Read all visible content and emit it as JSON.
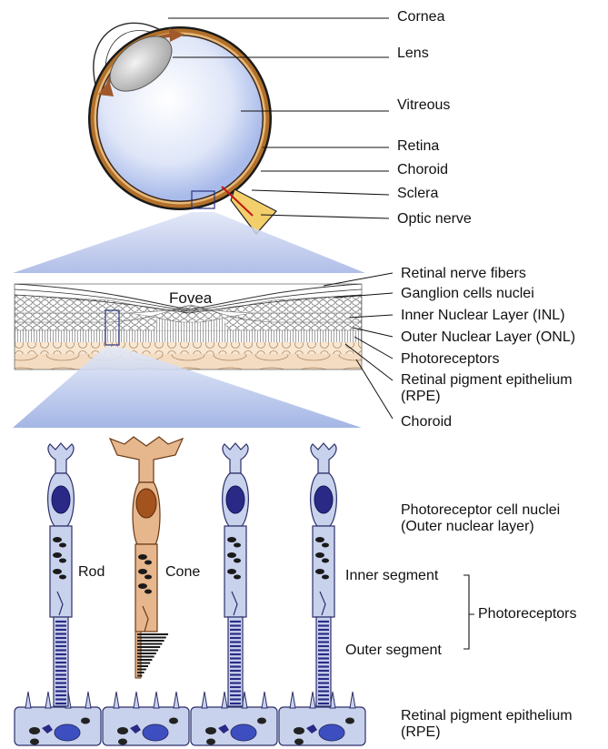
{
  "eye_labels": {
    "cornea": "Cornea",
    "lens": "Lens",
    "vitreous": "Vitreous",
    "retina": "Retina",
    "choroid": "Choroid",
    "sclera": "Sclera",
    "optic_nerve": "Optic nerve"
  },
  "retina_section": {
    "fovea": "Fovea",
    "layers": {
      "nerve_fibers": "Retinal nerve fibers",
      "ganglion": "Ganglion cells nuclei",
      "inl": "Inner Nuclear Layer (INL)",
      "onl": "Outer Nuclear Layer (ONL)",
      "photoreceptors": "Photoreceptors",
      "rpe_line1": "Retinal pigment epithelium",
      "rpe_line2": "(RPE)",
      "choroid": "Choroid"
    }
  },
  "cells": {
    "rod": "Rod",
    "cone": "Cone",
    "nuclei_line1": "Photoreceptor cell nuclei",
    "nuclei_line2": "(Outer nuclear layer)",
    "inner_segment": "Inner segment",
    "outer_segment": "Outer segment",
    "photoreceptors": "Photoreceptors",
    "rpe_line1": "Retinal pigment epithelium",
    "rpe_line2": "(RPE)"
  },
  "colors": {
    "cell_fill": "#c9d2ec",
    "cell_stroke": "#2b2f6a",
    "nucleus": "#2a2a86",
    "cone_fill": "#e6b68d",
    "cone_nucleus": "#a4531e",
    "choroid_fill": "#f3dcc2",
    "sclera": "#1a1a1a",
    "choroid_ring": "#b2702a",
    "optic_nerve": "#f2cf6a",
    "highlight": "#9fb0e4"
  }
}
